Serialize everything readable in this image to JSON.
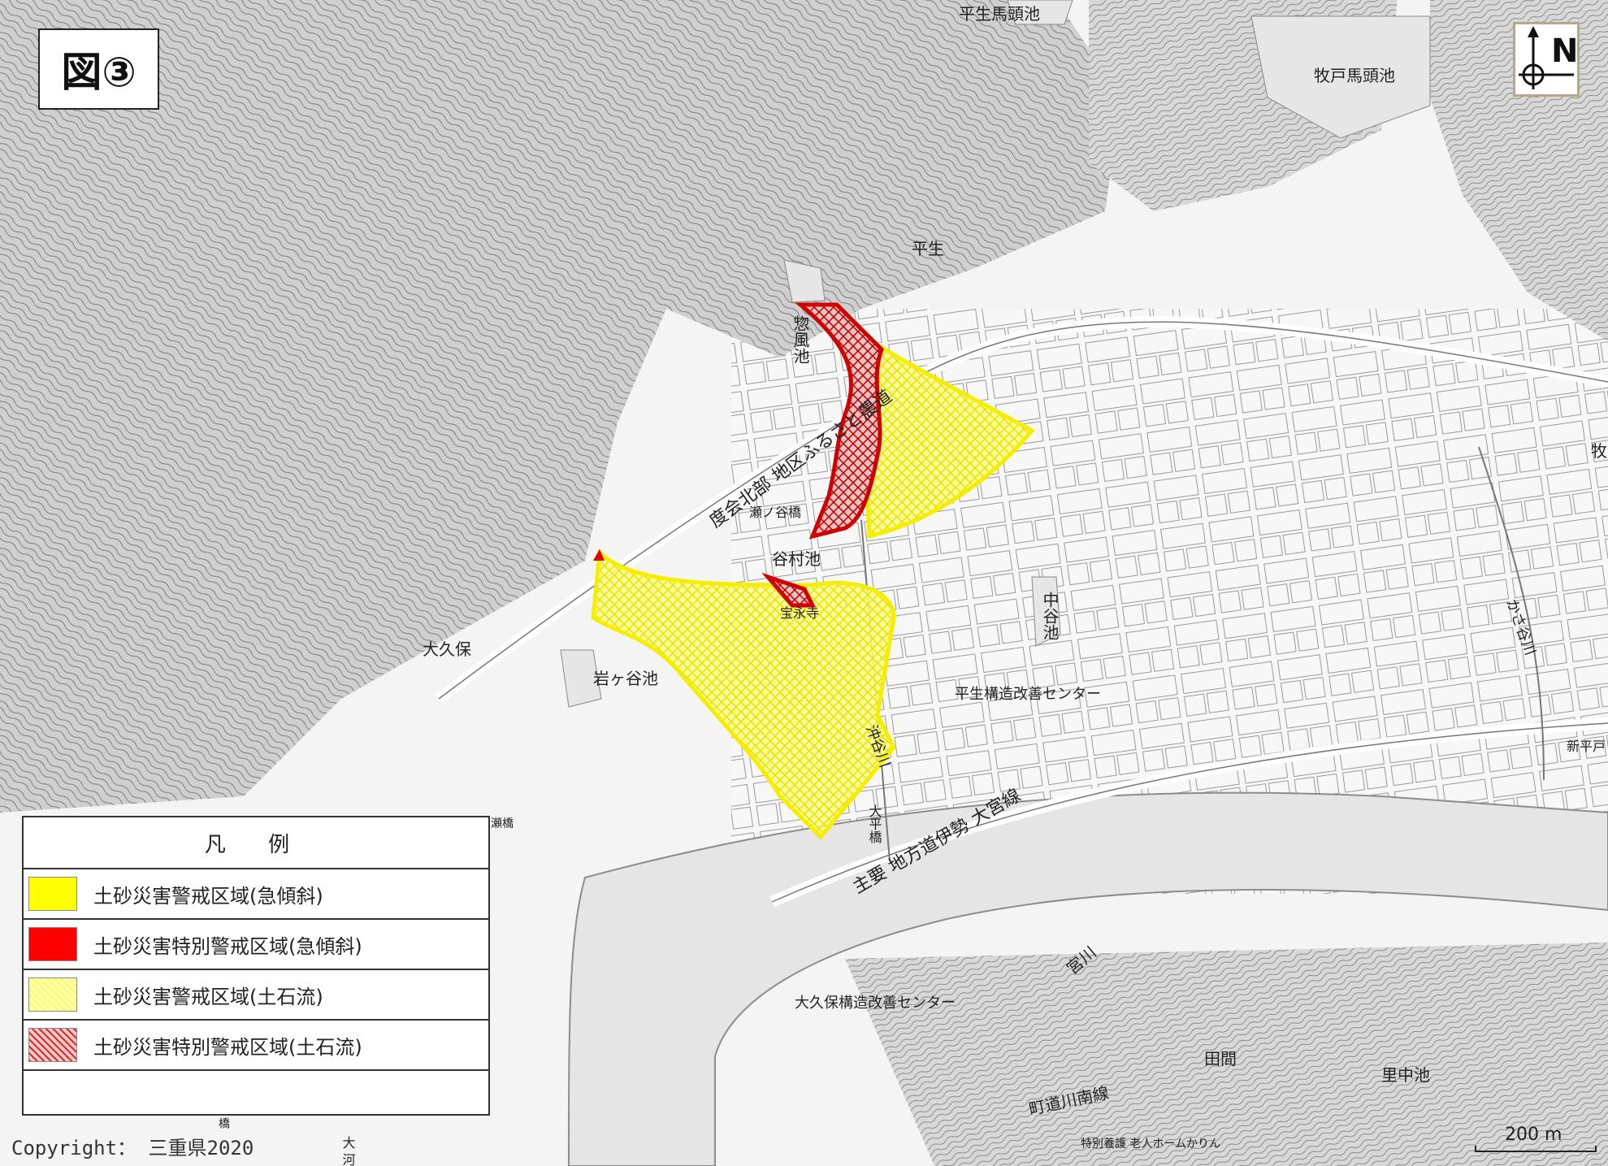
{
  "figure_label": "図③",
  "north_arrow": {
    "letter": "N",
    "icon": "north-arrow-icon"
  },
  "place_labels": [
    {
      "id": "hirao-bato-ike",
      "text": "平生馬頭池"
    },
    {
      "id": "makido-bato-ike",
      "text": "牧戸馬頭池"
    },
    {
      "id": "hirao",
      "text": "平生"
    },
    {
      "id": "soufu-ike",
      "text": "惣風池"
    },
    {
      "id": "route-fujisato",
      "text": "度会北部 地区ふるさと農道"
    },
    {
      "id": "senoya-bridge",
      "text": "瀬ノ谷橋"
    },
    {
      "id": "tanimura-ike",
      "text": "谷村池"
    },
    {
      "id": "hoeiji",
      "text": "宝永寺"
    },
    {
      "id": "okubo",
      "text": "大久保"
    },
    {
      "id": "iwagaya-ike",
      "text": "岩ヶ谷池"
    },
    {
      "id": "nakatani-ike",
      "text": "中谷池"
    },
    {
      "id": "hirao-center",
      "text": "平生構造改善センター"
    },
    {
      "id": "okitani-gawa",
      "text": "沖谷川"
    },
    {
      "id": "ohira-bridge",
      "text": "大平橋"
    },
    {
      "id": "route-ise-omiya",
      "text": "主要 地方道伊勢 大宮線"
    },
    {
      "id": "miya-gawa",
      "text": "宮川"
    },
    {
      "id": "okubo-center",
      "text": "大久保構造改善センター"
    },
    {
      "id": "tama",
      "text": "田間"
    },
    {
      "id": "satonaka-ike",
      "text": "里中池"
    },
    {
      "id": "route-kawaminami",
      "text": "町道川南線"
    },
    {
      "id": "nursing-home",
      "text": "特別養護 老人ホームかりん"
    },
    {
      "id": "kasatani-gawa",
      "text": "かさ谷川"
    },
    {
      "id": "shinhirado",
      "text": "新平戸"
    },
    {
      "id": "maki-edge",
      "text": "牧"
    },
    {
      "id": "bridge-left",
      "text": "瀬橋"
    },
    {
      "id": "okawa",
      "text": "大 河"
    },
    {
      "id": "bridge-bottom",
      "text": "橋"
    }
  ],
  "legend": {
    "title": "凡 例",
    "items": [
      {
        "label": "土砂災害警戒区域(急傾斜)",
        "swatch": "solid",
        "color": "#ffff00"
      },
      {
        "label": "土砂災害特別警戒区域(急傾斜)",
        "swatch": "solid",
        "color": "#ff0000"
      },
      {
        "label": "土砂災害警戒区域(土石流)",
        "swatch": "hatch",
        "color": "#ffff66"
      },
      {
        "label": "土砂災害特別警戒区域(土石流)",
        "swatch": "hatch",
        "color": "#e05050"
      }
    ]
  },
  "copyright": "Copyright： 三重県2020",
  "scale_bar": {
    "label": "200 m"
  },
  "colors": {
    "hazard_yellow": "#ffff00",
    "hazard_red": "#e00000",
    "river": "#e8e8e8",
    "road": "#ffffff",
    "mountain": "#cfcfcf"
  }
}
